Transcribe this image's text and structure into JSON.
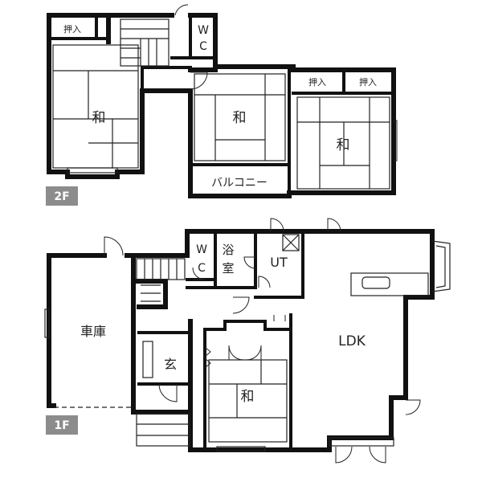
{
  "floors": {
    "second": {
      "tag": "2F",
      "rooms": {
        "washitsu_left": "和",
        "washitsu_center": "和",
        "washitsu_right": "和",
        "oshiire_top": "押入",
        "oshiire_right_1": "押入",
        "oshiire_right_2": "押入",
        "wc_w": "W",
        "wc_c": "C",
        "balcony": "バルコニー"
      }
    },
    "first": {
      "tag": "1F",
      "rooms": {
        "garage": "車庫",
        "wc_w": "W",
        "wc_c": "C",
        "bath_1": "浴",
        "bath_2": "室",
        "ut": "UT",
        "ldk": "LDK",
        "entrance": "玄",
        "washitsu": "和"
      }
    }
  },
  "colors": {
    "wall": "#111111",
    "tag_bg": "#8c8c8c",
    "background": "#ffffff"
  }
}
